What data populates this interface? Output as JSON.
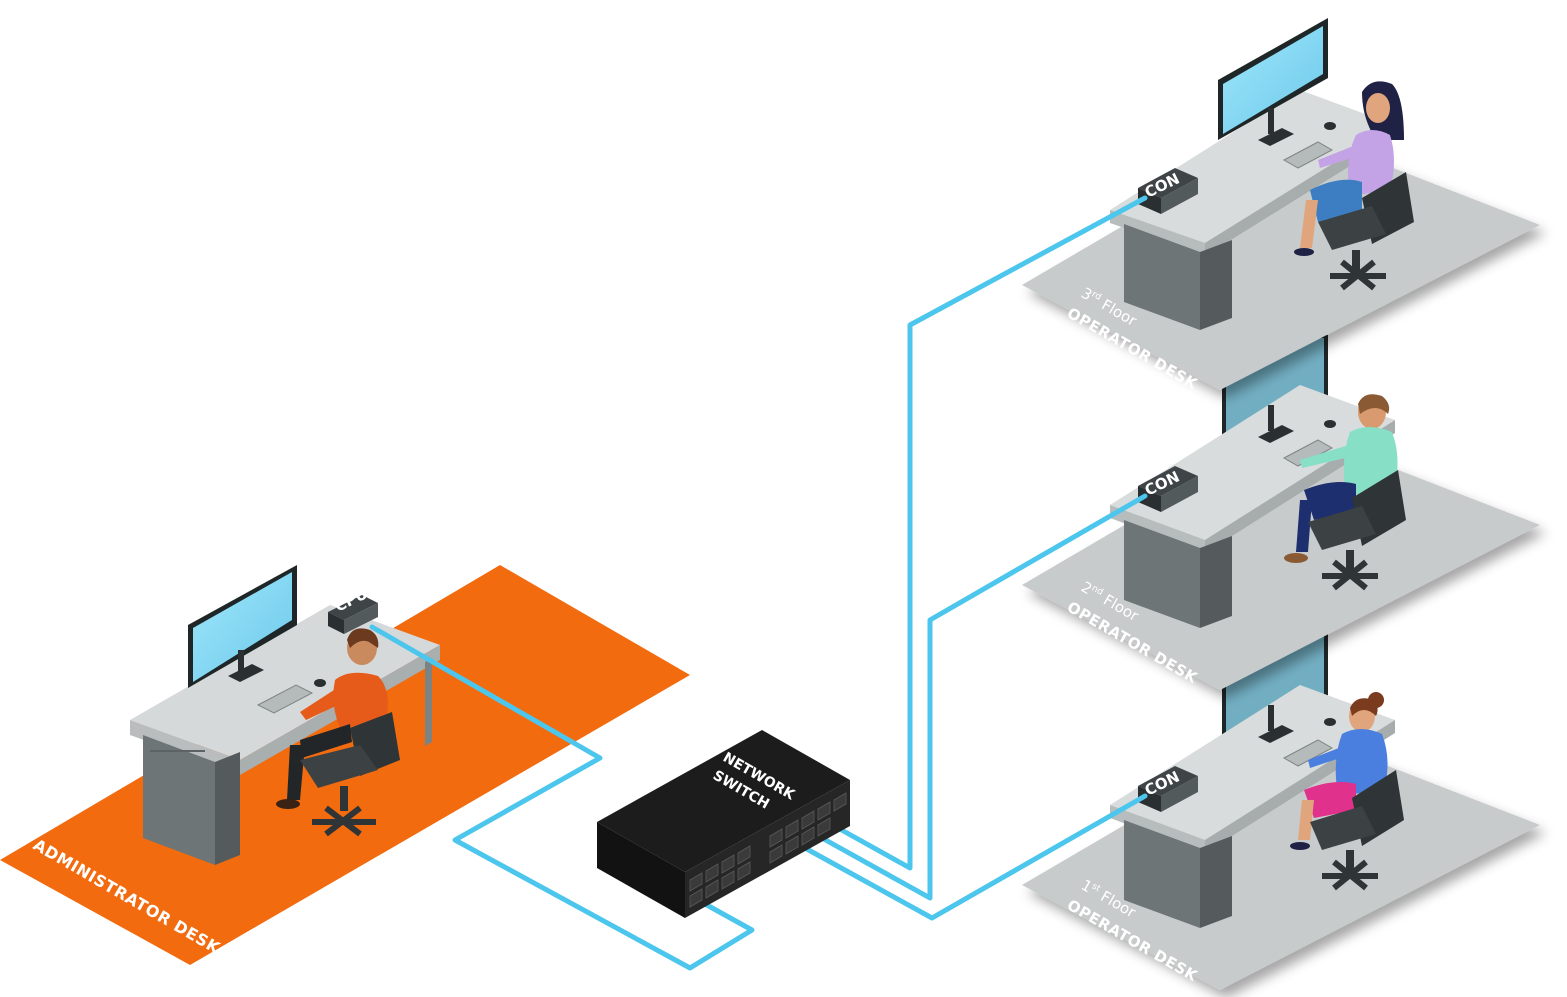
{
  "administrator": {
    "desk_label": "ADMINISTRATOR DESK",
    "box_label": "CPU"
  },
  "switch": {
    "line1": "NETWORK",
    "line2": "SWITCH"
  },
  "operators": [
    {
      "floor_num": "3",
      "floor_sup": "rd",
      "floor_word": " Floor",
      "desk_label": "OPERATOR DESK",
      "box_label": "CON"
    },
    {
      "floor_num": "2",
      "floor_sup": "nd",
      "floor_word": " Floor",
      "desk_label": "OPERATOR DESK",
      "box_label": "CON"
    },
    {
      "floor_num": "1",
      "floor_sup": "st",
      "floor_word": " Floor",
      "desk_label": "OPERATOR DESK",
      "box_label": "CON"
    }
  ],
  "colors": {
    "cable": "#4cc6ec",
    "admin_floor": "#f26b0f",
    "operator_floor": "#c8cbcb",
    "desk_top": "#d9dcdc",
    "cabinet": "#6e7576",
    "screen": "#8fdcf5",
    "switch_body": "#1c1c1c"
  }
}
